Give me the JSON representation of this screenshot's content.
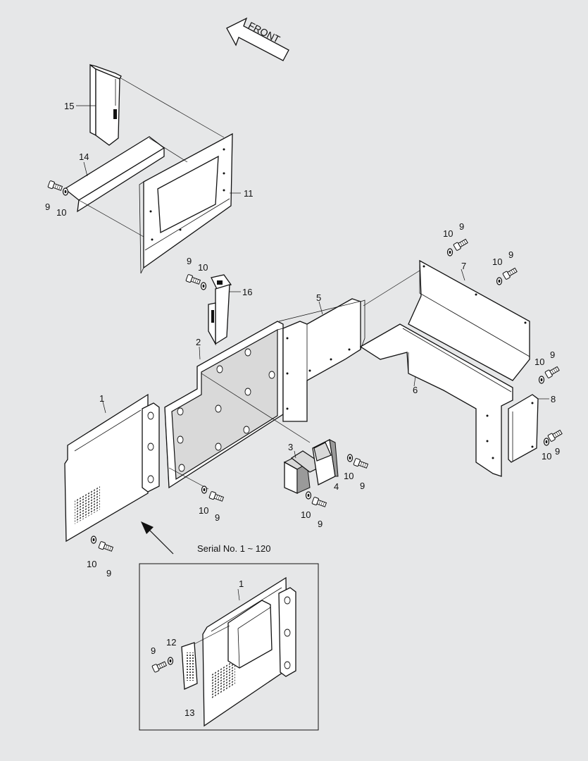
{
  "front_label": "FRONT",
  "serial_label": "Serial No. 1 ~ 120",
  "parts": {
    "p1": "1",
    "p2": "2",
    "p3": "3",
    "p4": "4",
    "p5": "5",
    "p6": "6",
    "p7": "7",
    "p8": "8",
    "p9": "9",
    "p10": "10",
    "p11": "11",
    "p12": "12",
    "p13": "13",
    "p14": "14",
    "p15": "15",
    "p16": "16"
  },
  "colors": {
    "background": "#e6e7e8",
    "line": "#111111",
    "shade": "#d9d9d9"
  }
}
